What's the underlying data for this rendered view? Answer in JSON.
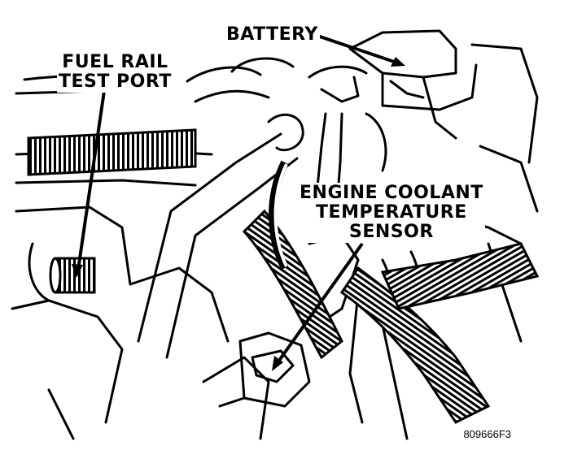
{
  "labels": {
    "battery": "BATTERY",
    "fuel_rail_line1": "FUEL RAIL",
    "fuel_rail_line2": "TEST PORT",
    "ect_line1": "ENGINE COOLANT",
    "ect_line2": "TEMPERATURE",
    "ect_line3": "SENSOR"
  },
  "figure_id": "809666F3",
  "colors": {
    "ink": "#000000",
    "paper": "#ffffff"
  }
}
